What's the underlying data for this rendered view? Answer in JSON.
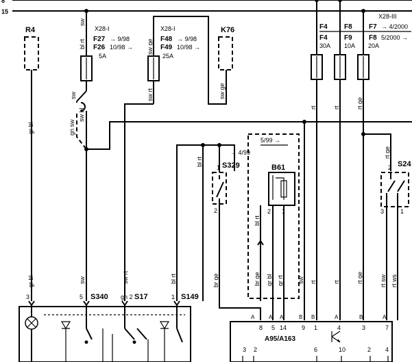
{
  "rails": {
    "top_number": "8",
    "second_number": "15"
  },
  "connectors": {
    "x28_1": "X28-I",
    "x28_1b": "X28-I",
    "x28_3": "X28-III",
    "k76": "K76",
    "r4": "R4"
  },
  "fuses": {
    "f27": "F27",
    "f27_date": "→ 9/98",
    "f26": "F26",
    "f26_date": "10/98 →",
    "f26_rating": "5A",
    "f48": "F48",
    "f48_date": "→ 9/98",
    "f49": "F49",
    "f49_date": "10/98 →",
    "f49_rating": "25A",
    "f4_top": "F4",
    "f4": "F4",
    "f4_rating": "30A",
    "f8_top": "F8",
    "f9": "F9",
    "f9_rating": "10A",
    "f7": "F7",
    "f7_date": "→ 4/2000",
    "f8": "F8",
    "f8_date": "5/2000 →",
    "f8_rating": "20A"
  },
  "wire_colors": {
    "sw_top": "sw",
    "bl_rt_top": "bl rt",
    "sw_ge_top": "sw ge",
    "sw_rt_top": "sw rt",
    "sw_ge_k76": "sw ge",
    "gn_sw": "gn sw",
    "sw_bl": "sw bl",
    "sw_label": "sw",
    "gr_bl_r4": "gr bl",
    "rt_f4": "rt",
    "rt_f9": "rt",
    "rt_ge_f8": "rt ge",
    "bl_rt_mid": "bl rt",
    "rt_ge_s24": "rt ge",
    "bl_rt_s61": "bl rt",
    "gr_bl_low": "gr bl",
    "sw_low": "sw",
    "sw_rt_low": "sw rt",
    "bl_rt_low": "bl rt",
    "br_ge": "br ge",
    "br_ge2": "br ge",
    "gr_bl2": "gr bl",
    "gr_rt": "gr rt",
    "sw_b61": "sw",
    "rt_a": "rt",
    "rt_b": "rt",
    "rt_ge_low": "rt ge",
    "rt_sw": "rt sw",
    "rt_ws": "rt ws"
  },
  "components": {
    "s340": "S340",
    "s17": "S17",
    "s149": "S149",
    "s329": "S329",
    "b61": "B61",
    "s24": "S24",
    "a95": "A95/A163"
  },
  "dates": {
    "s329_date": "→ 4/99",
    "box_date": "5/99 →"
  },
  "pins": {
    "s329_1": "1",
    "s329_2": "2",
    "b61_2": "2",
    "b61_1": "1",
    "s24_2": "2",
    "s24_3": "3",
    "s24_1": "1",
    "p3": "3",
    "p5": "5",
    "p2": "2",
    "p8": "8",
    "p1": "1",
    "a_8": "8",
    "a_5": "5",
    "a_14": "14",
    "a_9": "9",
    "a_1": "1",
    "a_4": "4",
    "a_3": "3",
    "a_7": "7",
    "a_A1": "A",
    "a_A2": "A",
    "a_A3": "A",
    "a_B1": "B",
    "a_B2": "B",
    "a_A4": "A",
    "a_B3": "B",
    "a_A5": "A",
    "b_3": "3",
    "b_2": "2",
    "b_6": "6",
    "b_10": "10",
    "b_2b": "2",
    "b_4": "4",
    "gn_2": "gn 2"
  }
}
